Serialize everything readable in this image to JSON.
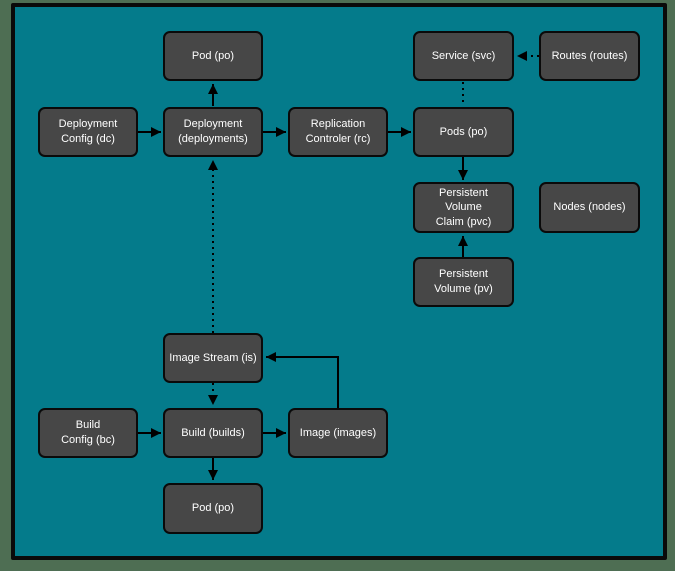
{
  "diagram": {
    "colors": {
      "page_background": "#4e6e53",
      "canvas_background": "#047b8b",
      "node_fill": "#474747",
      "node_border": "#0a0a0a",
      "node_text": "#ffffff",
      "connector": "#000000"
    },
    "nodes": [
      {
        "id": "pod-top",
        "label": "Pod (po)"
      },
      {
        "id": "service",
        "label": "Service (svc)"
      },
      {
        "id": "routes",
        "label": "Routes (routes)"
      },
      {
        "id": "deploy-config",
        "label": "Deployment\nConfig (dc)"
      },
      {
        "id": "deployment",
        "label": "Deployment\n(deployments)"
      },
      {
        "id": "replication",
        "label": "Replication\nControler (rc)"
      },
      {
        "id": "pods",
        "label": "Pods (po)"
      },
      {
        "id": "pvc",
        "label": "Persistent\nVolume\nClaim (pvc)"
      },
      {
        "id": "nodes",
        "label": "Nodes (nodes)"
      },
      {
        "id": "pv",
        "label": "Persistent\nVolume (pv)"
      },
      {
        "id": "image-stream",
        "label": "Image Stream (is)"
      },
      {
        "id": "build-config",
        "label": "Build\nConfig (bc)"
      },
      {
        "id": "build",
        "label": "Build (builds)"
      },
      {
        "id": "image",
        "label": "Image (images)"
      },
      {
        "id": "pod-bottom",
        "label": "Pod (po)"
      }
    ],
    "edges": [
      {
        "from": "deploy-config",
        "to": "deployment",
        "style": "solid",
        "arrow": "end"
      },
      {
        "from": "deployment",
        "to": "pod-top",
        "style": "solid",
        "arrow": "end"
      },
      {
        "from": "deployment",
        "to": "replication",
        "style": "solid",
        "arrow": "end"
      },
      {
        "from": "replication",
        "to": "pods",
        "style": "solid",
        "arrow": "end"
      },
      {
        "from": "routes",
        "to": "service",
        "style": "dotted",
        "arrow": "end"
      },
      {
        "from": "service",
        "to": "pods",
        "style": "dotted",
        "arrow": "none"
      },
      {
        "from": "pods",
        "to": "pvc",
        "style": "solid",
        "arrow": "end"
      },
      {
        "from": "pv",
        "to": "pvc",
        "style": "solid",
        "arrow": "end"
      },
      {
        "from": "image-stream",
        "to": "deployment",
        "style": "dotted",
        "arrow": "end"
      },
      {
        "from": "image-stream",
        "to": "build",
        "style": "dotted",
        "arrow": "end"
      },
      {
        "from": "build-config",
        "to": "build",
        "style": "solid",
        "arrow": "end"
      },
      {
        "from": "build",
        "to": "image",
        "style": "solid",
        "arrow": "end"
      },
      {
        "from": "image",
        "to": "image-stream",
        "style": "solid",
        "arrow": "end"
      },
      {
        "from": "build",
        "to": "pod-bottom",
        "style": "solid",
        "arrow": "end"
      }
    ]
  }
}
